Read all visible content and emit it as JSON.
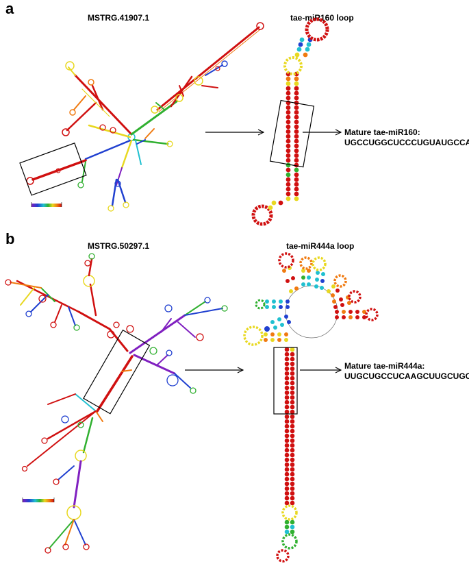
{
  "panels": [
    {
      "letter": "a",
      "structure_title": "MSTRG.41907.1",
      "loop_title": "tae-miR160 loop",
      "mature_label": "Mature tae-miR160:",
      "mature_sequence": "UGCCUGGCUCCCUGUAUGCCA"
    },
    {
      "letter": "b",
      "structure_title": "MSTRG.50297.1",
      "loop_title": "tae-miR444a loop",
      "mature_label": "Mature tae-miR444a:",
      "mature_sequence": "UUGCUGCCUCAAGCUUGCUGC"
    }
  ],
  "colors": {
    "red": "#d01010",
    "orange": "#f07a10",
    "yellow": "#e8d820",
    "green": "#30b030",
    "cyan": "#20c0d0",
    "blue": "#2040d0",
    "purple": "#8020c0"
  }
}
